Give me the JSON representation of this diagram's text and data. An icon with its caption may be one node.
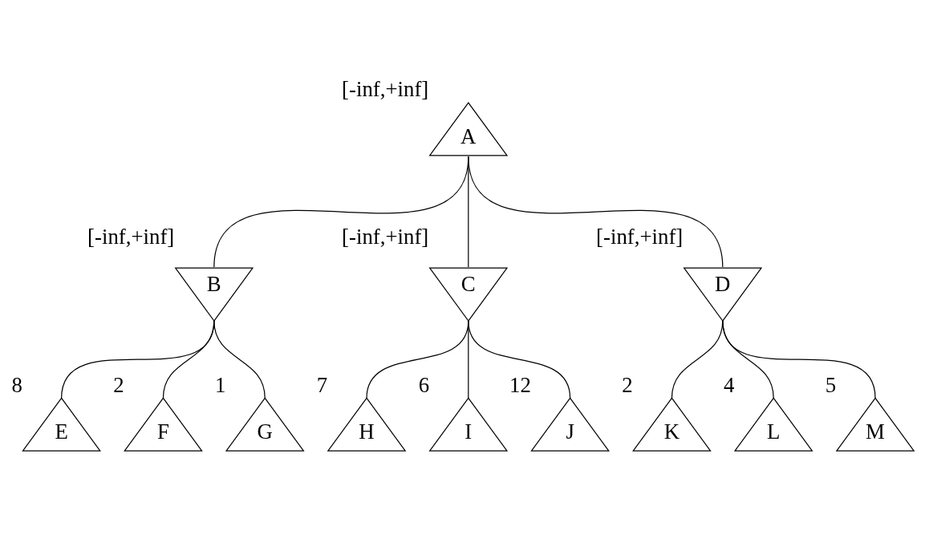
{
  "diagram": {
    "nodes": [
      {
        "text": [
          "A"
        ],
        "beside": [
          "[-inf,+inf]"
        ]
      },
      {
        "text": [
          "B"
        ],
        "beside": [
          "[-inf,+inf]"
        ]
      },
      {
        "text": [
          "C"
        ],
        "beside": [
          "[-inf,+inf]"
        ]
      },
      {
        "text": [
          "D"
        ],
        "beside": [
          "[-inf,+inf]"
        ]
      },
      {
        "text": [
          "E"
        ],
        "beside": [
          "8"
        ]
      },
      {
        "text": [
          "F"
        ],
        "beside": [
          "2"
        ]
      },
      {
        "text": [
          "G"
        ],
        "beside": [
          "1"
        ]
      },
      {
        "text": [
          "H"
        ],
        "beside": [
          "7"
        ]
      },
      {
        "text": [
          "I"
        ],
        "beside": [
          "6"
        ]
      },
      {
        "text": [
          "J"
        ],
        "beside": [
          "12"
        ]
      },
      {
        "text": [
          "K"
        ],
        "beside": [
          "2"
        ]
      },
      {
        "text": [
          "L"
        ],
        "beside": [
          "4"
        ]
      },
      {
        "text": [
          "M"
        ],
        "beside": [
          "5"
        ]
      }
    ],
    "edges": [
      {
        "from": 0,
        "to": 1,
        "arrow": "none"
      },
      {
        "from": 0,
        "to": 2,
        "arrow": "none"
      },
      {
        "from": 0,
        "to": 3,
        "arrow": "none"
      },
      {
        "from": 1,
        "to": 4,
        "arrow": "none"
      },
      {
        "from": 1,
        "to": 5,
        "arrow": "none"
      },
      {
        "from": 1,
        "to": 6,
        "arrow": "none"
      },
      {
        "from": 2,
        "to": 7,
        "arrow": "none"
      },
      {
        "from": 2,
        "to": 8,
        "arrow": "none"
      },
      {
        "from": 2,
        "to": 9,
        "arrow": "none"
      },
      {
        "from": 3,
        "to": 10,
        "arrow": "none"
      },
      {
        "from": 3,
        "to": 11,
        "arrow": "none"
      },
      {
        "from": 3,
        "to": 12,
        "arrow": "none"
      }
    ]
  }
}
